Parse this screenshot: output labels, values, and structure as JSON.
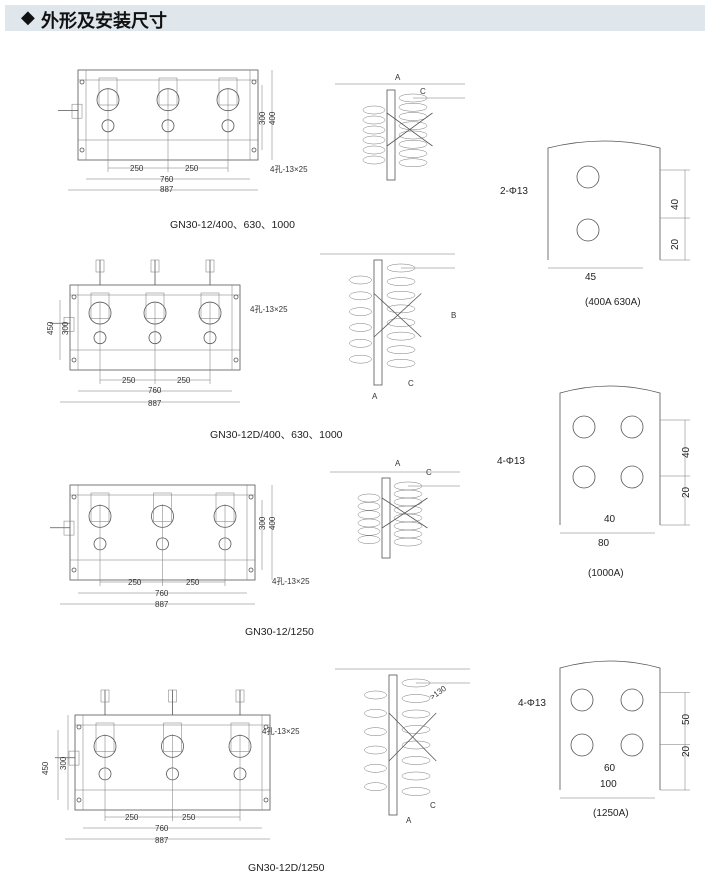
{
  "header": {
    "icon": "diamond-icon",
    "title": "外形及安装尺寸"
  },
  "drawings": [
    {
      "caption": "GN30-12/400、630、1000",
      "dims": {
        "pitch1": "250",
        "pitch2": "250",
        "mount": "760",
        "overall": "887",
        "inner_h": "300",
        "outer_h": "400",
        "holes": "4孔-13×25"
      },
      "side": {
        "a": "A",
        "c": "C"
      }
    },
    {
      "caption": "GN30-12D/400、630、1000",
      "dims": {
        "pitch1": "250",
        "pitch2": "250",
        "mount": "760",
        "overall": "887",
        "inner_h": "300",
        "outer_h": "450",
        "holes": "4孔-13×25"
      },
      "side": {
        "a": "A",
        "b": "B",
        "c": "C"
      }
    },
    {
      "caption": "GN30-12/1250",
      "dims": {
        "pitch1": "250",
        "pitch2": "250",
        "mount": "760",
        "overall": "887",
        "inner_h": "300",
        "outer_h": "400",
        "holes": "4孔-13×25"
      },
      "side": {
        "a": "A",
        "c": "C"
      }
    },
    {
      "caption": "GN30-12D/1250",
      "dims": {
        "pitch1": "250",
        "pitch2": "250",
        "mount": "760",
        "overall": "887",
        "inner_h": "300",
        "outer_h": "450",
        "holes": "4孔-13×25"
      },
      "side": {
        "a": "A",
        "c": "C",
        "angle": ">130"
      }
    }
  ],
  "busbars": [
    {
      "caption": "(400A 630A)",
      "holes": "2-Φ13",
      "v1": "40",
      "v2": "20",
      "h1": "45"
    },
    {
      "caption": "(1000A)",
      "holes": "4-Φ13",
      "v1": "40",
      "v2": "20",
      "h1": "40",
      "h2": "80"
    },
    {
      "caption": "(1250A)",
      "holes": "4-Φ13",
      "v1": "50",
      "v2": "20",
      "h1": "60",
      "h2": "100"
    }
  ]
}
